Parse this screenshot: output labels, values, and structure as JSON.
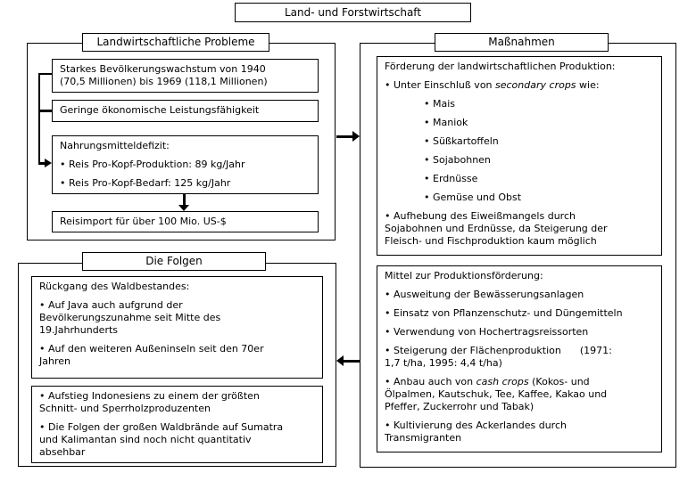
{
  "page": {
    "background_color": "#ffffff",
    "line_color": "#000000",
    "text_color": "#000000"
  },
  "title": "Land- und Forstwirtschaft",
  "sections": {
    "problems": {
      "header": "Landwirtschaftliche Probleme",
      "boxes": [
        {
          "paras": [
            {
              "style": "plain",
              "runs": [
                {
                  "t": "Starkes Bevölkerungswachstum von 1940 (70,5 Millionen) bis 1969 (118,1 Millionen)"
                }
              ]
            }
          ]
        },
        {
          "paras": [
            {
              "style": "plain",
              "runs": [
                {
                  "t": "Geringe ökonomische Leistungsfähigkeit"
                }
              ]
            }
          ]
        },
        {
          "paras": [
            {
              "style": "plain",
              "runs": [
                {
                  "t": "Nahrungsmitteldefizit:"
                }
              ]
            },
            {
              "style": "bullet",
              "runs": [
                {
                  "t": "Reis Pro-Kopf-Produktion: 89 kg/Jahr"
                }
              ]
            },
            {
              "style": "bullet",
              "runs": [
                {
                  "t": "Reis Pro-Kopf-Bedarf: 125 kg/Jahr"
                }
              ]
            }
          ]
        },
        {
          "paras": [
            {
              "style": "plain",
              "runs": [
                {
                  "t": "Reisimport für über 100 Mio. US-$"
                }
              ]
            }
          ]
        }
      ]
    },
    "measures": {
      "header": "Maßnahmen",
      "boxes": [
        {
          "paras": [
            {
              "style": "plain",
              "runs": [
                {
                  "t": "Förderung der landwirtschaftlichen Produktion:"
                }
              ]
            },
            {
              "style": "bullet",
              "runs": [
                {
                  "t": "Unter Einschluß von "
                },
                {
                  "t": "secondary crops",
                  "i": true
                },
                {
                  "t": " wie:"
                }
              ]
            },
            {
              "style": "bullet2",
              "runs": [
                {
                  "t": "Mais"
                }
              ]
            },
            {
              "style": "bullet2",
              "runs": [
                {
                  "t": "Maniok"
                }
              ]
            },
            {
              "style": "bullet2",
              "runs": [
                {
                  "t": "Süßkartoffeln"
                }
              ]
            },
            {
              "style": "bullet2",
              "runs": [
                {
                  "t": "Sojabohnen"
                }
              ]
            },
            {
              "style": "bullet2",
              "runs": [
                {
                  "t": "Erdnüsse"
                }
              ]
            },
            {
              "style": "bullet2",
              "runs": [
                {
                  "t": "Gemüse und Obst"
                }
              ]
            },
            {
              "style": "bullet",
              "runs": [
                {
                  "t": "Aufhebung des Eiweißmangels durch Sojabohnen und Erdnüsse, da Steigerung der Fleisch- und Fischproduktion kaum möglich"
                }
              ]
            }
          ]
        },
        {
          "paras": [
            {
              "style": "plain",
              "runs": [
                {
                  "t": "Mittel zur Produktionsförderung:"
                }
              ]
            },
            {
              "style": "bullet",
              "runs": [
                {
                  "t": "Ausweitung der Bewässerungsanlagen"
                }
              ]
            },
            {
              "style": "bullet",
              "runs": [
                {
                  "t": "Einsatz von Pflanzenschutz- und Düngemitteln"
                }
              ]
            },
            {
              "style": "bullet",
              "runs": [
                {
                  "t": "Verwendung von Hochertragsreissorten"
                }
              ]
            },
            {
              "style": "bullet",
              "runs": [
                {
                  "t": "Steigerung der Flächenproduktion      (1971: 1,7 t/ha, 1995: 4,4 t/ha)"
                }
              ]
            },
            {
              "style": "bullet",
              "runs": [
                {
                  "t": "Anbau auch von "
                },
                {
                  "t": "cash crops",
                  "i": true
                },
                {
                  "t": " (Kokos- und Ölpalmen, Kautschuk, Tee, Kaffee, Kakao und Pfeffer, Zuckerrohr und Tabak)"
                }
              ]
            },
            {
              "style": "bullet",
              "runs": [
                {
                  "t": "Kultivierung des Ackerlandes durch Transmigranten"
                }
              ]
            }
          ]
        }
      ]
    },
    "consequences": {
      "header": "Die Folgen",
      "boxes": [
        {
          "paras": [
            {
              "style": "plain",
              "runs": [
                {
                  "t": "Rückgang des Waldbestandes:"
                }
              ]
            },
            {
              "style": "bullet",
              "runs": [
                {
                  "t": "Auf Java auch aufgrund der Bevölkerungszunahme seit Mitte des 19.Jahrhunderts"
                }
              ]
            },
            {
              "style": "bullet",
              "runs": [
                {
                  "t": "Auf den weiteren Außeninseln seit den 70er Jahren"
                }
              ]
            }
          ]
        },
        {
          "paras": [
            {
              "style": "bullet",
              "runs": [
                {
                  "t": "Aufstieg Indonesiens zu einem der größten Schnitt- und Sperrholzproduzenten"
                }
              ]
            },
            {
              "style": "bullet",
              "runs": [
                {
                  "t": "Die Folgen der großen Waldbrände auf Sumatra und Kalimantan sind noch nicht quantitativ absehbar"
                }
              ]
            }
          ]
        }
      ]
    }
  }
}
